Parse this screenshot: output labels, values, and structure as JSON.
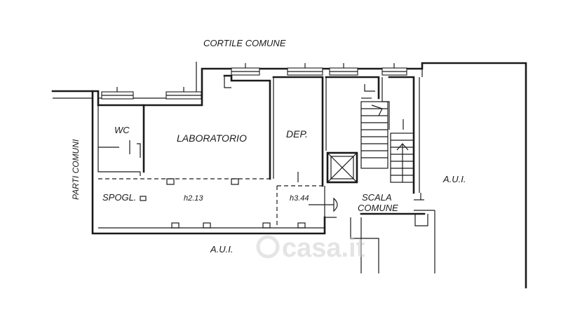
{
  "labels": {
    "courtyard": "CORTILE COMUNE",
    "common_parts": "PARTI COMUNI",
    "wc": "WC",
    "laboratory": "LABORATORIO",
    "depot": "DEP.",
    "dressing": "SPOGL.",
    "height_left": "h2.13",
    "height_right": "h3.44",
    "stair_line1": "SCALA",
    "stair_line2": "COMUNE",
    "aui_bottom": "A.U.I.",
    "aui_right": "A.U.I."
  },
  "watermark": "casa.it"
}
